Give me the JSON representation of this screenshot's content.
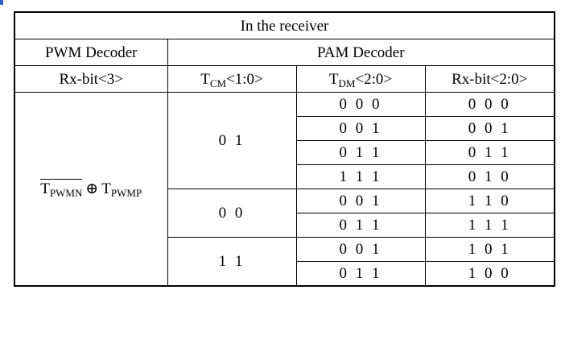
{
  "table": {
    "title": "In the receiver",
    "groups": {
      "pwm": "PWM Decoder",
      "pam": "PAM Decoder"
    },
    "columns": {
      "pwm_bit": "Rx-bit<3>",
      "tcm": {
        "base": "T",
        "sub": "CM",
        "suffix": "<1:0>"
      },
      "tdm": {
        "base": "T",
        "sub": "DM",
        "suffix": "<2:0>"
      },
      "pam_bits": "Rx-bit<2:0>"
    },
    "pwm_expression": {
      "term1": {
        "base": "T",
        "sub": "PWMN"
      },
      "operator": "⊕",
      "term2": {
        "base": "T",
        "sub": "PWMP"
      }
    },
    "groups_data": [
      {
        "tcm": "0 1",
        "rows": [
          {
            "tdm": "0 0 0",
            "rx": "0 0 0"
          },
          {
            "tdm": "0 0 1",
            "rx": "0 0 1"
          },
          {
            "tdm": "0 1 1",
            "rx": "0 1 1"
          },
          {
            "tdm": "1 1 1",
            "rx": "0 1 0"
          }
        ]
      },
      {
        "tcm": "0 0",
        "rows": [
          {
            "tdm": "0 0 1",
            "rx": "1 1 0"
          },
          {
            "tdm": "0 1 1",
            "rx": "1 1 1"
          }
        ]
      },
      {
        "tcm": "1 1",
        "rows": [
          {
            "tdm": "0 0 1",
            "rx": "1 0 1"
          },
          {
            "tdm": "0 1 1",
            "rx": "1 0 0"
          }
        ]
      }
    ]
  }
}
